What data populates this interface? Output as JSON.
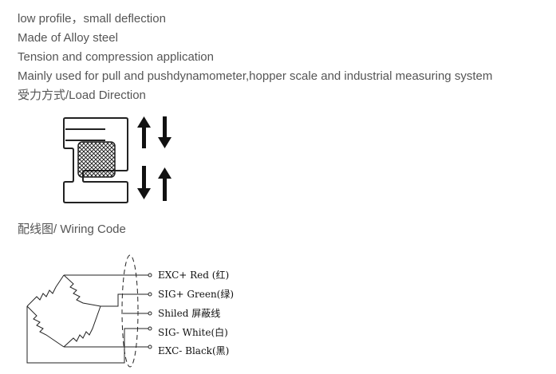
{
  "text": {
    "line1": "low profile，small deflection",
    "line2": "Made of Alloy steel",
    "line3": "Tension and compression application",
    "line4": "Mainly used for pull and pushdynamometer,hopper scale and industrial measuring system",
    "load_direction_label": "受力方式/Load Direction",
    "wiring_code_label": "配线图/ Wiring Code"
  },
  "wiring": {
    "items": [
      {
        "label": "EXC+ Red  (红)"
      },
      {
        "label": "SIG+ Green(绿)"
      },
      {
        "label": "Shiled  屏蔽线"
      },
      {
        "label": "SIG- White(白)"
      },
      {
        "label": "EXC- Black(黑)"
      }
    ]
  }
}
